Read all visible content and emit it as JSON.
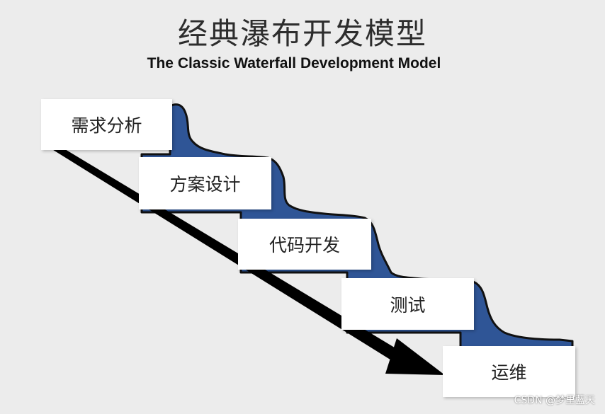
{
  "title": {
    "chinese": "经典瀑布开发模型",
    "english": "The Classic Waterfall Development Model"
  },
  "steps": [
    {
      "label": "需求分析"
    },
    {
      "label": "方案设计"
    },
    {
      "label": "代码开发"
    },
    {
      "label": "测试"
    },
    {
      "label": "运维"
    }
  ],
  "colors": {
    "water": "#2f5596",
    "arrow": "#000000",
    "background": "#ececec"
  },
  "watermark": "CSDN @梦里藍天"
}
